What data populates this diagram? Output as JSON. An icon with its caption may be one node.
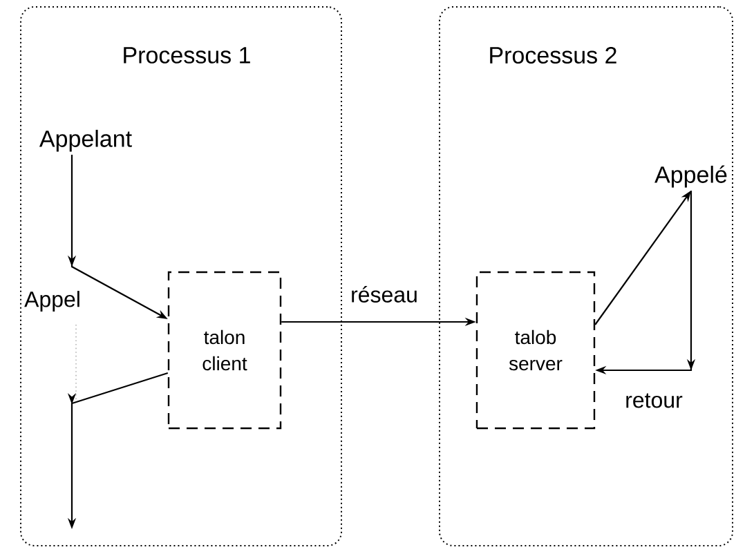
{
  "diagram": {
    "nodes": [
      {
        "text": [
          "Processus 1"
        ]
      },
      {
        "text": [
          "Processus 2"
        ]
      },
      {
        "text": [
          "Appelant"
        ],
        "in": 0
      },
      {
        "text": [
          "talon client"
        ],
        "in": 0
      },
      {
        "text": [
          "talob server"
        ],
        "in": 1
      },
      {
        "text": [
          "Appelé"
        ],
        "in": 1
      }
    ],
    "edges": [
      {
        "from": 2,
        "to": 3,
        "arrow": "to",
        "label": "Appel"
      },
      {
        "from": 3,
        "to": null,
        "arrow": "to"
      },
      {
        "from": 3,
        "to": 4,
        "arrow": "to",
        "label": "réseau"
      },
      {
        "from": 4,
        "to": 5,
        "arrow": "to"
      },
      {
        "from": 5,
        "to": 4,
        "arrow": "to",
        "label": "retour"
      }
    ]
  }
}
